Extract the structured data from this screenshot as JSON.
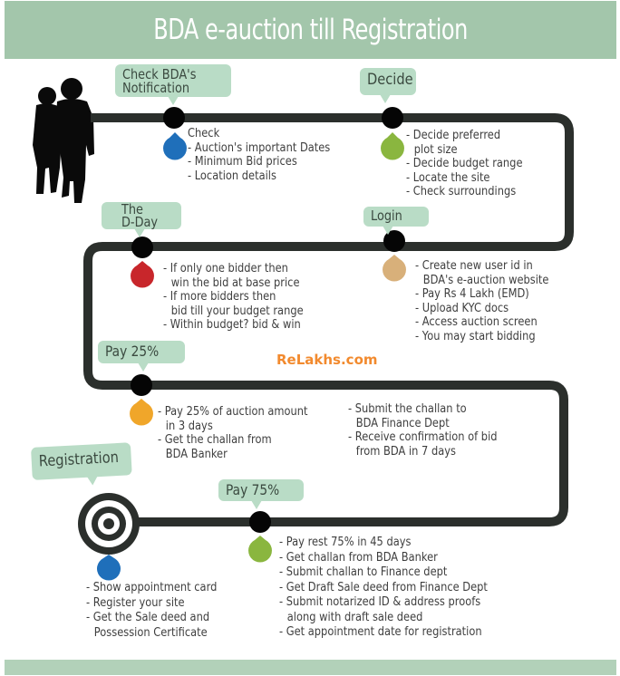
{
  "header": {
    "title": "BDA e-auction till Registration"
  },
  "watermark": {
    "text": "ReLakhs.com",
    "color": "#f28a2e"
  },
  "colors": {
    "header_bg": "#a3c6ab",
    "bubble_bg": "#b9dcc6",
    "path": "#2b2f2c",
    "drop_blue": "#1f6fba",
    "drop_green": "#8ab63f",
    "drop_red": "#c8262b",
    "drop_tan": "#d8b07a",
    "drop_orange": "#f0a62a"
  },
  "steps": [
    {
      "label": "Check BDA's\nNotification",
      "drop_color": "blue",
      "notes": [
        "Check",
        "- Auction's important Dates",
        "- Minimum Bid prices",
        "- Location details"
      ]
    },
    {
      "label": "Decide",
      "drop_color": "green",
      "notes": [
        "- Decide preferred",
        "  plot size",
        "- Decide budget range",
        "- Locate the site",
        "- Check surroundings"
      ]
    },
    {
      "label": "Login",
      "drop_color": "tan",
      "notes": [
        "- Create new user id in",
        "  BDA's e-auction website",
        "- Pay Rs 4 Lakh (EMD)",
        "- Upload KYC docs",
        "- Access auction screen",
        "- You may start bidding"
      ]
    },
    {
      "label": "The\nD-Day",
      "drop_color": "red",
      "notes": [
        "- If only one bidder then",
        "  win the bid at base price",
        "- If more bidders then",
        "  bid till your budget range",
        "- Within budget? bid & win"
      ]
    },
    {
      "label": "Pay 25%",
      "drop_color": "orange",
      "notes": [
        "- Pay 25% of auction amount",
        "  in 3 days",
        "- Get the challan from",
        "  BDA Banker"
      ],
      "extra_notes": [
        "- Submit the challan to",
        "  BDA Finance Dept",
        "- Receive confirmation of bid",
        "  from BDA in 7 days"
      ]
    },
    {
      "label": "Pay 75%",
      "drop_color": "green",
      "notes": [
        "- Pay rest 75% in 45 days",
        "- Get challan from BDA Banker",
        "- Submit challan to Finance dept",
        "- Get Draft Sale deed from Finance Dept",
        "- Submit notarized ID & address proofs",
        "  along with draft sale deed",
        "- Get appointment date for registration"
      ]
    },
    {
      "label": "Registration",
      "drop_color": "blue",
      "notes": [
        "- Show appointment card",
        "- Register your site",
        "- Get the Sale deed and",
        "  Possession Certificate"
      ]
    }
  ]
}
